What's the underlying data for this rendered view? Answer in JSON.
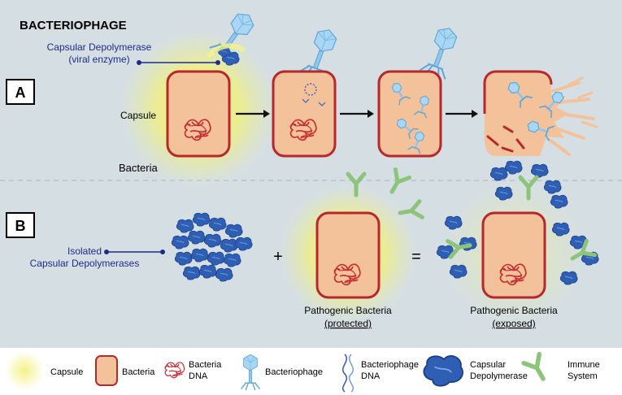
{
  "title": "BACTERIOPHAGE",
  "panel_a": {
    "letter": "A",
    "enzyme_label_line1": "Capsular Depolymerase",
    "enzyme_label_line2": "(viral enzyme)",
    "capsule_label": "Capsule",
    "bacteria_label": "Bacteria"
  },
  "panel_b": {
    "letter": "B",
    "isolated_line1": "Isolated",
    "isolated_line2": "Capsular Depolymerases",
    "plus": "+",
    "equals": "=",
    "protected_line1": "Pathogenic Bacteria",
    "protected_line2": "(protected)",
    "exposed_line1": "Pathogenic Bacteria",
    "exposed_line2": "(exposed)"
  },
  "legend": {
    "capsule": "Capsule",
    "bacteria": "Bacteria",
    "bacteria_dna_line1": "Bacteria",
    "bacteria_dna_line2": "DNA",
    "bacteriophage": "Bacteriophage",
    "phage_dna_line1": "Bacteriophage",
    "phage_dna_line2": "DNA",
    "depolymerase_line1": "Capsular",
    "depolymerase_line2": "Depolymerase",
    "immune_line1": "Immune",
    "immune_line2": "System"
  },
  "colors": {
    "background": "#d5dfe3",
    "capsule_glow": "#f2f07a",
    "bacteria_fill": "#f3c19a",
    "bacteria_border": "#b8272b",
    "dna": "#c8282e",
    "phage": "#8fc6ea",
    "enzyme": "#2e5fb5",
    "immune": "#8cc47a",
    "label_blue": "#1e2a8a"
  }
}
